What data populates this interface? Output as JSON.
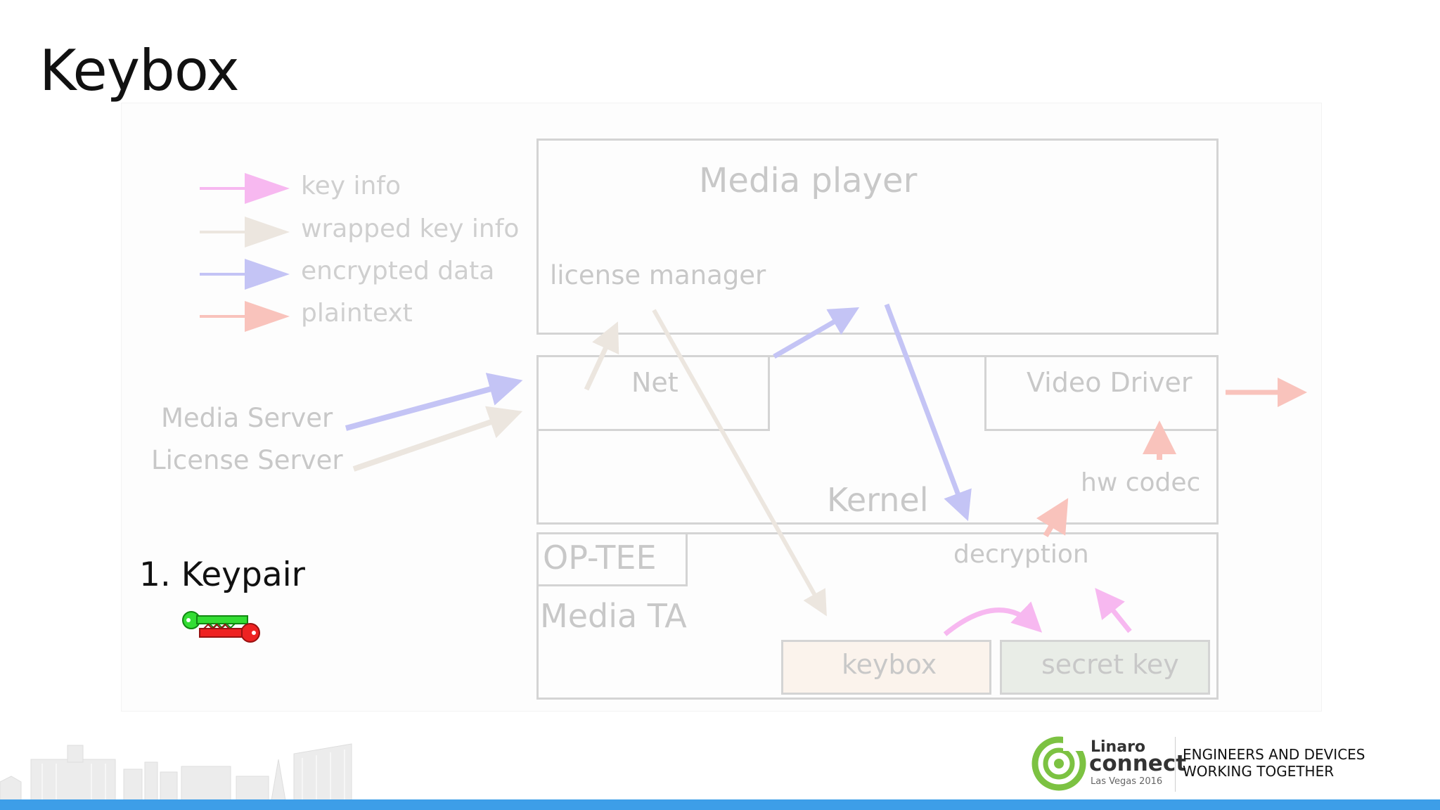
{
  "slide": {
    "title": "Keybox",
    "step_label": "1. Keypair"
  },
  "legend": [
    {
      "label": "key info",
      "color": "#f7b8f0"
    },
    {
      "label": "wrapped key info",
      "color": "#ece6df"
    },
    {
      "label": "encrypted data",
      "color": "#c4c4f5"
    },
    {
      "label": "plaintext",
      "color": "#f9c3bc"
    }
  ],
  "diagram": {
    "media_player": "Media player",
    "license_manager": "license manager",
    "net": "Net",
    "video_driver": "Video Driver",
    "kernel": "Kernel",
    "hw_codec": "hw codec",
    "optee": "OP-TEE",
    "media_ta": "Media TA",
    "decryption": "decryption",
    "keybox": "keybox",
    "secret_key": "secret key",
    "media_server": "Media Server",
    "license_server": "License Server"
  },
  "footer": {
    "brand_name": "Linaro",
    "brand_product": "connect",
    "event": "Las Vegas 2016",
    "tagline_line1": "ENGINEERS AND DEVICES",
    "tagline_line2": "WORKING TOGETHER",
    "accent_color": "#3d9ee8",
    "logo_color": "#7cc242"
  }
}
